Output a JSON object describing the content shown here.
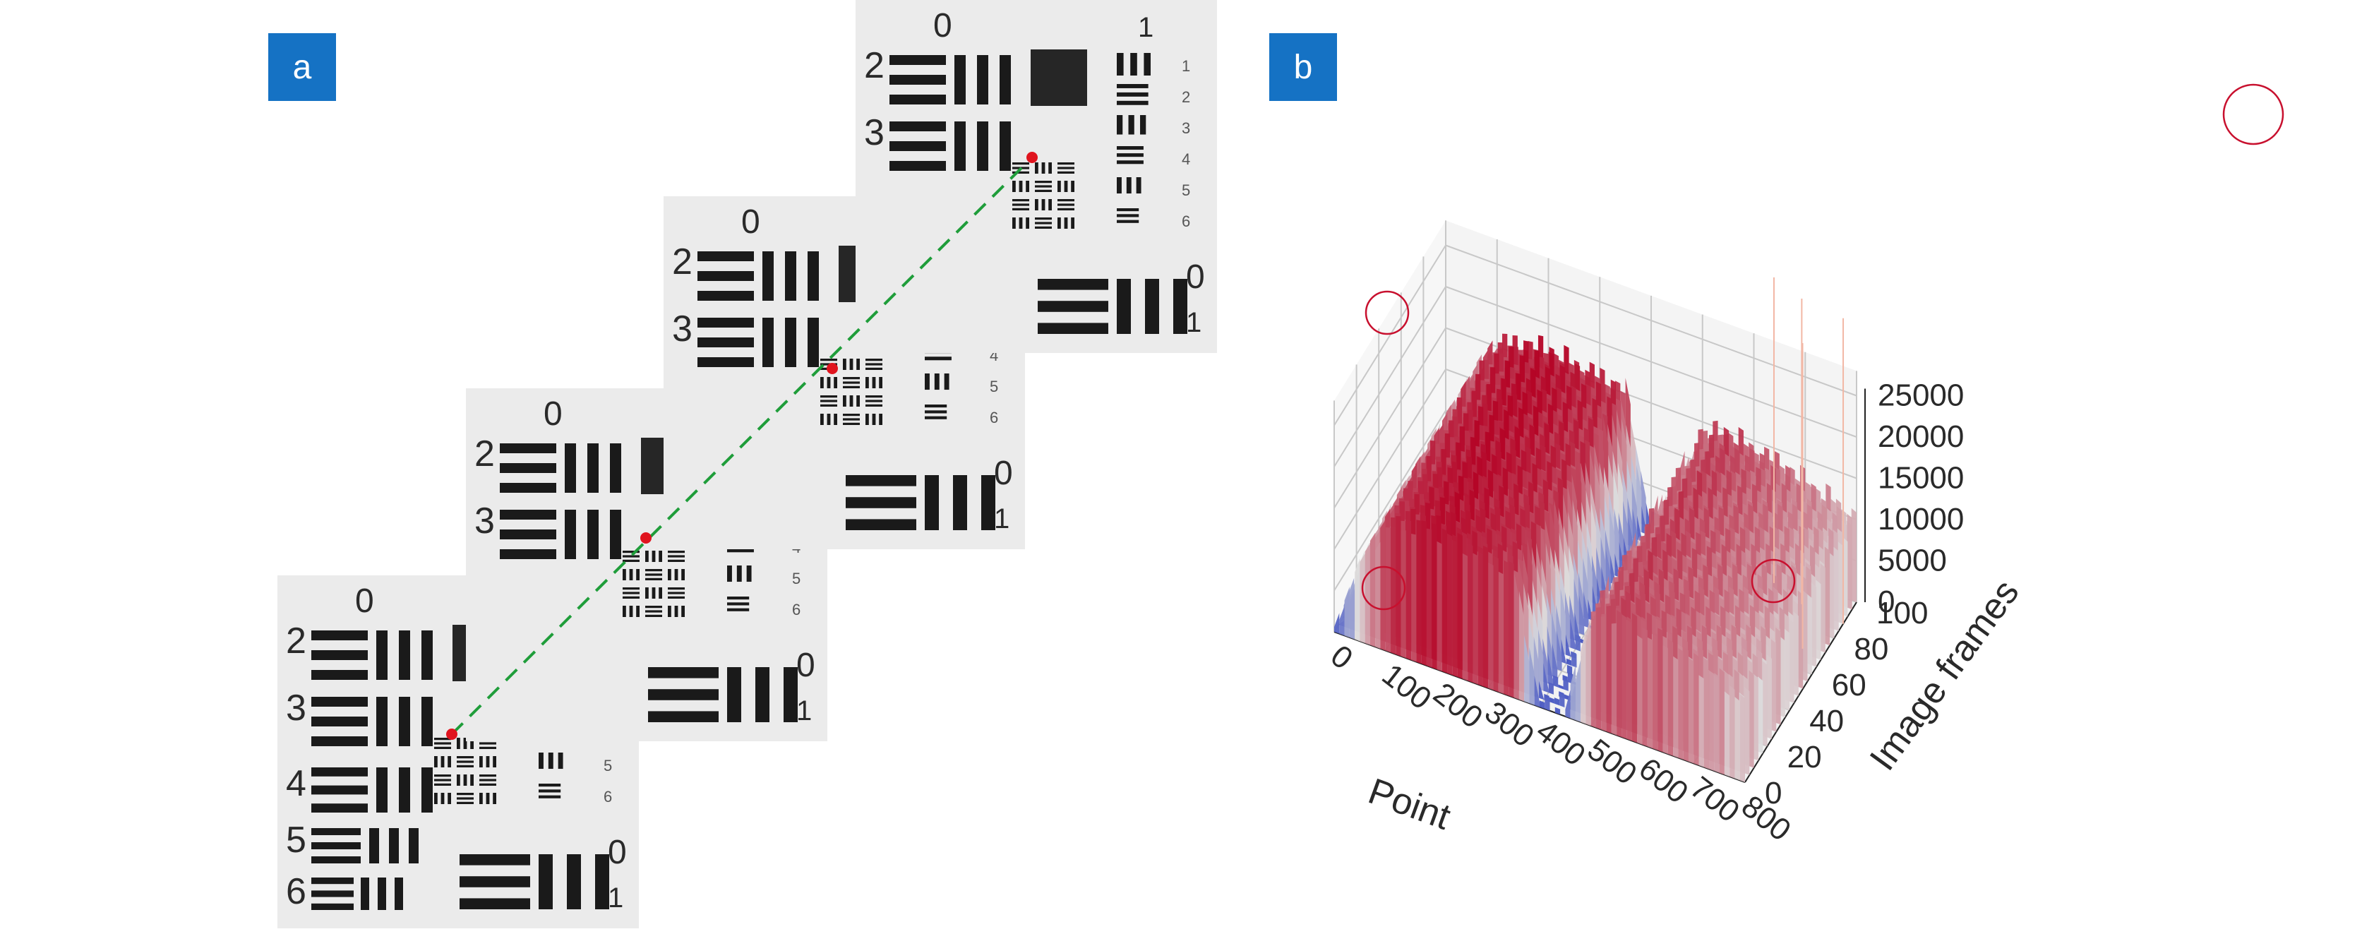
{
  "panels": [
    {
      "label": "a"
    },
    {
      "label": "b"
    }
  ],
  "usaf_target": {
    "group_numbers": [
      "0",
      "1",
      "2",
      "3",
      "4",
      "5",
      "6"
    ],
    "element_numbers": [
      "1",
      "2",
      "3",
      "4",
      "5",
      "6"
    ]
  },
  "chart_data": {
    "type": "surface-3d",
    "x_axis": {
      "label": "Point",
      "ticks": [
        "0",
        "100",
        "200",
        "300",
        "400",
        "500",
        "600",
        "700",
        "800"
      ],
      "range": [
        0,
        800
      ]
    },
    "y_axis": {
      "label": "Image frames",
      "ticks": [
        "0",
        "20",
        "40",
        "60",
        "80",
        "100"
      ],
      "range": [
        0,
        100
      ]
    },
    "z_axis": {
      "label": "",
      "ticks": [
        "0",
        "5000",
        "10000",
        "15000",
        "20000",
        "25000"
      ],
      "range": [
        0,
        25000
      ]
    },
    "grid": true,
    "colormap": "coolwarm",
    "surface_profile_by_point": {
      "points": [
        0,
        50,
        100,
        150,
        200,
        250,
        300,
        350,
        400,
        450,
        500,
        550,
        600,
        650,
        700,
        750,
        800
      ],
      "values": [
        0,
        9500,
        15500,
        16500,
        17000,
        16500,
        16000,
        15500,
        500,
        400,
        13500,
        15000,
        14000,
        13500,
        12500,
        11500,
        10000
      ]
    },
    "circled_annotations": 4
  }
}
